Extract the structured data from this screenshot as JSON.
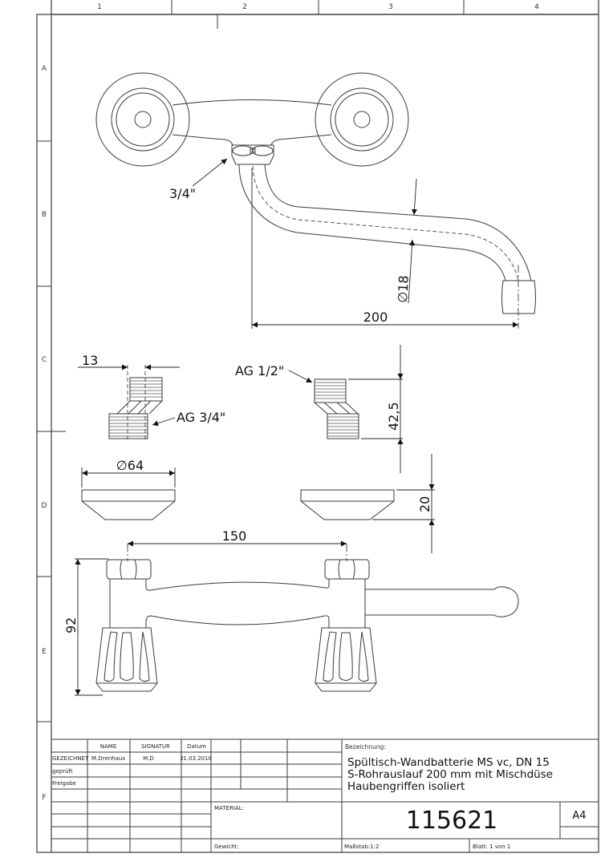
{
  "drawing": {
    "zones": {
      "columns": [
        "1",
        "2",
        "3",
        "4"
      ],
      "rows": [
        "A",
        "B",
        "C",
        "D",
        "E",
        "F"
      ]
    },
    "dimensions": {
      "inlet_thread": "3/4\"",
      "spout_diameter": "∅18",
      "spout_reach": "200",
      "eccentric_offset": "13",
      "eccentric_outlet_thread": "AG 3/4\"",
      "eccentric_inlet_thread": "AG 1/2\"",
      "eccentric_height": "42,5",
      "rosette_diameter": "∅64",
      "rosette_height": "20",
      "center_distance": "150",
      "total_height": "92"
    }
  },
  "title_block": {
    "headers": [
      "",
      "NAME",
      "SIGNATUR",
      "Datum"
    ],
    "rows": [
      {
        "label": "GEZEICHNET",
        "name": "M.Drenhaus",
        "signatur": "M.D",
        "datum": "31.03.2018"
      },
      {
        "label": "geprüft",
        "name": "",
        "signatur": "",
        "datum": ""
      },
      {
        "label": "Freigabe",
        "name": "",
        "signatur": "",
        "datum": ""
      }
    ],
    "material_label": "MATERIAL:",
    "weight_label": "Gewicht:",
    "description_label": "Bezeichnung:",
    "description_lines": [
      "Spültisch-Wandbatterie MS vc, DN 15",
      "S-Rohrauslauf 200 mm mit Mischdüse",
      "Haubengriffen isoliert"
    ],
    "drawing_number": "115621",
    "paper_format": "A4",
    "scale": "Maßstab:1:2",
    "sheet": "Blatt: 1 von 1"
  }
}
